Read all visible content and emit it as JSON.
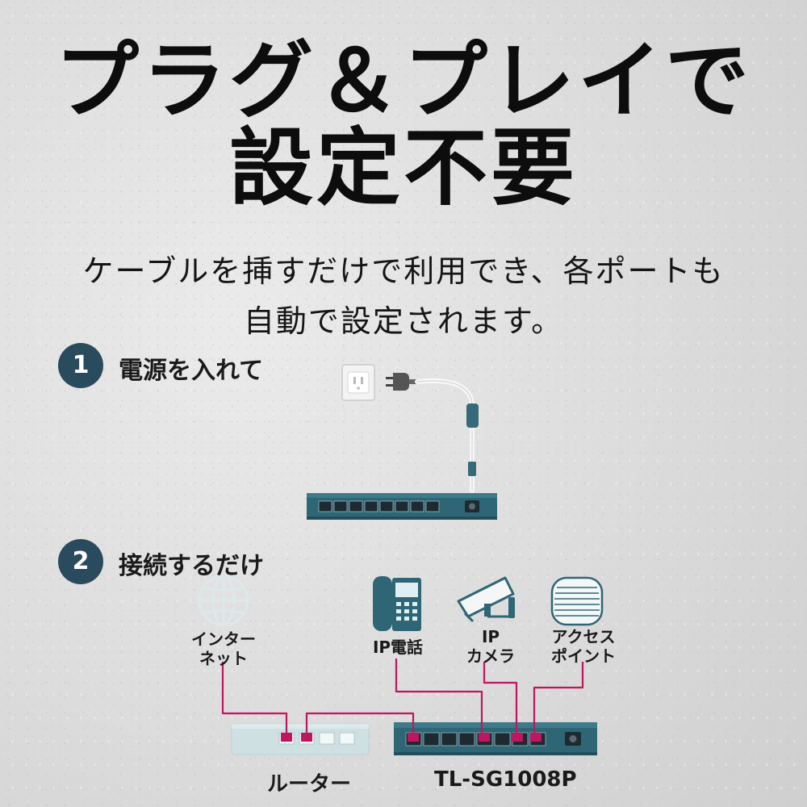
{
  "headline": {
    "line1": "プラグ＆プレイで",
    "line2": "設定不要"
  },
  "lead": {
    "line1": "ケーブルを挿すだけで利用でき、各ポートも",
    "line2": "自動で設定されます。"
  },
  "steps": [
    {
      "number": "1",
      "label": "電源を入れて"
    },
    {
      "number": "2",
      "label": "接続するだけ"
    }
  ],
  "devices": {
    "internet": {
      "line1": "インター",
      "line2": "ネット"
    },
    "ip_phone": {
      "line1": "IP電話"
    },
    "ip_camera": {
      "line1": "IP",
      "line2": "カメラ"
    },
    "access_point": {
      "line1": "アクセス",
      "line2": "ポイント"
    }
  },
  "bottom_labels": {
    "router": "ルーター",
    "switch": "TL-SG1008P"
  },
  "icons": [
    "power-outlet-icon",
    "power-plug-icon",
    "globe-icon",
    "ip-phone-icon",
    "security-camera-icon",
    "access-point-icon"
  ],
  "colors": {
    "step_circle": "#2a4b5e",
    "switch_body": "#2f6676",
    "cable_magenta": "#c0155f",
    "router_body": "#cfe0e3"
  }
}
